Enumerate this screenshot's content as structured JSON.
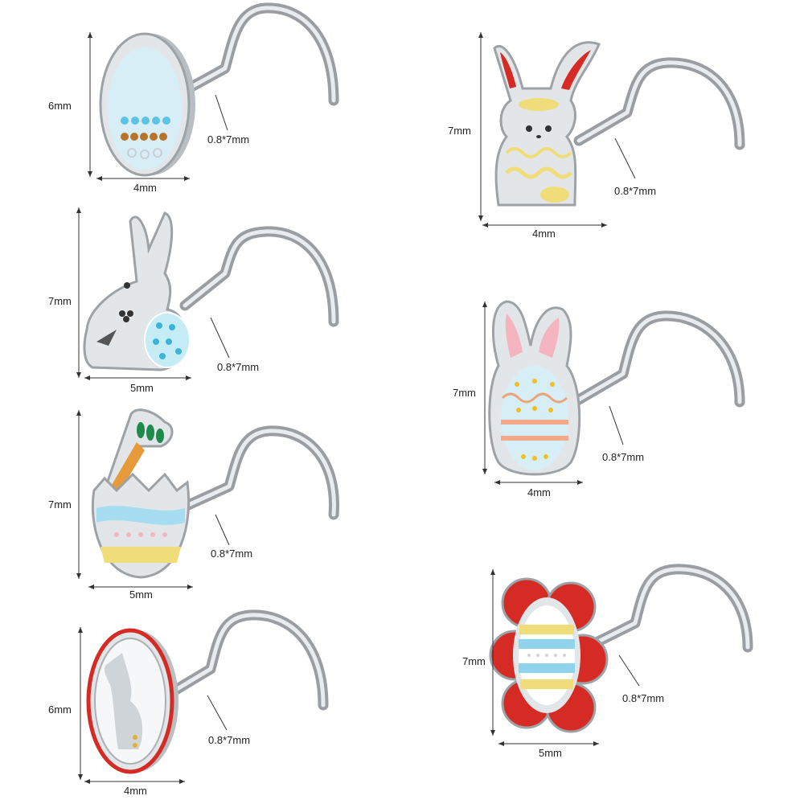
{
  "items": [
    {
      "name": "egg-with-dots",
      "height": "6mm",
      "width": "4mm",
      "gauge": "0.8*7mm"
    },
    {
      "name": "bunny-with-blue-egg",
      "height": "7mm",
      "width": "5mm",
      "gauge": "0.8*7mm"
    },
    {
      "name": "broken-egg-with-carrot",
      "height": "7mm",
      "width": "5mm",
      "gauge": "0.8*7mm"
    },
    {
      "name": "oval-bunny-silhouette",
      "height": "6mm",
      "width": "4mm",
      "gauge": "0.8*7mm"
    },
    {
      "name": "bunny-in-egg",
      "height": "7mm",
      "width": "4mm",
      "gauge": "0.8*7mm"
    },
    {
      "name": "bunny-egg",
      "height": "7mm",
      "width": "4mm",
      "gauge": "0.8*7mm"
    },
    {
      "name": "flower-egg",
      "height": "7mm",
      "width": "5mm",
      "gauge": "0.8*7mm"
    }
  ],
  "colors": {
    "red": "#d62a24",
    "blue": "#5cc3e4",
    "yellow": "#f0dc78",
    "pink": "#f4b4c0",
    "orange": "#e69a3a",
    "green": "#1f8a4c",
    "lightblue": "#d8eef6"
  }
}
